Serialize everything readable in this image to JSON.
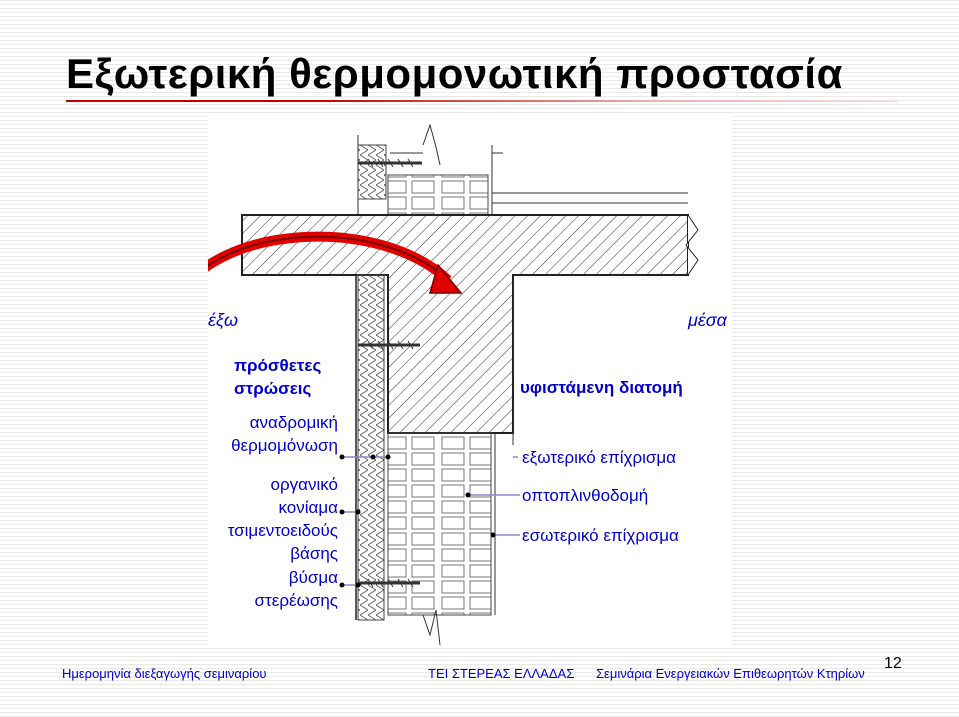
{
  "slide": {
    "title": "Εξωτερική θερμομονωτική προστασία",
    "page_number": "12"
  },
  "figure": {
    "label_outside": "έξω",
    "label_inside": "μέσα",
    "heading_layers_line1": "πρόσθετες",
    "heading_layers_line2": "στρώσεις",
    "label_existing_section": "υφιστάμενη διατομή",
    "left_labels": {
      "insulation_line1": "αναδρομική",
      "insulation_line2": "θερμομόνωση",
      "mortar_line1": "οργανικό",
      "mortar_line2": "κονίαμα",
      "mortar_line3": "τσιμεντοειδούς",
      "mortar_line4": "βάσης",
      "anchor_line1": "βύσμα",
      "anchor_line2": "στερέωσης"
    },
    "right_labels": {
      "external_plaster": "εξωτερικό επίχρισμα",
      "brickwork": "οπτοπλινθοδομή",
      "internal_plaster": "εσωτερικό επίχρισμα"
    },
    "colors": {
      "arrow": "#e00000",
      "label_blue": "#0000cc"
    }
  },
  "footer": {
    "date": "Ημερομηνία διεξαγωγής σεμιναρίου",
    "school": "ΤΕΙ ΣΤΕΡΕΑΣ ΕΛΛΑΔΑΣ",
    "series": "Σεμινάρια Ενεργειακών Επιθεωρητών Κτηρίων"
  }
}
